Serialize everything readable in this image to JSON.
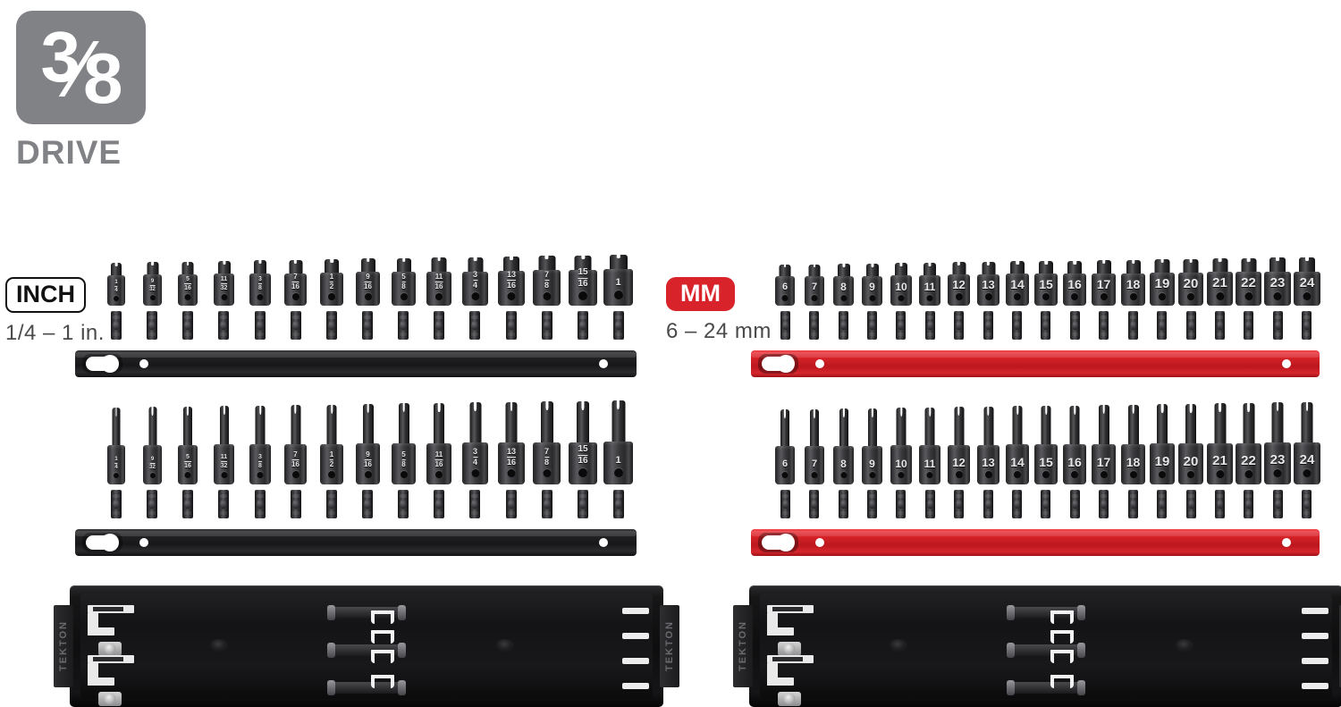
{
  "drive": {
    "numerator": "3",
    "slash": "⁄",
    "denominator": "8",
    "label": "DRIVE",
    "badge_color": "#808285"
  },
  "units": {
    "inch": {
      "badge": "INCH",
      "range": "1/4 – 1 in.",
      "badge_color": "#111111",
      "rail_color": "#17171a"
    },
    "metric": {
      "badge": "MM",
      "range": "6 – 24 mm",
      "badge_color": "#d8232a",
      "rail_color": "#d8232a"
    }
  },
  "sets": {
    "inch_shallow": {
      "title": "inch shallow impact sockets",
      "sizes": [
        "1/4",
        "9/32",
        "5/16",
        "11/32",
        "3/8",
        "7/16",
        "1/2",
        "9/16",
        "5/8",
        "11/16",
        "3/4",
        "13/16",
        "7/8",
        "15/16",
        "1"
      ],
      "count": 15
    },
    "inch_deep": {
      "title": "inch deep impact sockets",
      "sizes": [
        "1/4",
        "9/32",
        "5/16",
        "11/32",
        "3/8",
        "7/16",
        "1/2",
        "9/16",
        "5/8",
        "11/16",
        "3/4",
        "13/16",
        "7/8",
        "15/16",
        "1"
      ],
      "count": 15
    },
    "metric_shallow": {
      "title": "metric shallow impact sockets",
      "sizes": [
        "6",
        "7",
        "8",
        "9",
        "10",
        "11",
        "12",
        "13",
        "14",
        "15",
        "16",
        "17",
        "18",
        "19",
        "20",
        "21",
        "22",
        "23",
        "24"
      ],
      "count": 19
    },
    "metric_deep": {
      "title": "metric deep impact sockets",
      "sizes": [
        "6",
        "7",
        "8",
        "9",
        "10",
        "11",
        "12",
        "13",
        "14",
        "15",
        "16",
        "17",
        "18",
        "19",
        "20",
        "21",
        "22",
        "23",
        "24"
      ],
      "count": 19
    }
  },
  "rails": [
    {
      "name": "inch-shallow-rail",
      "color": "black"
    },
    {
      "name": "metric-shallow-rail",
      "color": "red"
    },
    {
      "name": "inch-deep-rail",
      "color": "black"
    },
    {
      "name": "metric-deep-rail",
      "color": "red"
    }
  ],
  "trays": {
    "brand": "TEKTON",
    "left": {
      "name": "inch-socket-tray"
    },
    "right": {
      "name": "metric-socket-tray"
    }
  }
}
